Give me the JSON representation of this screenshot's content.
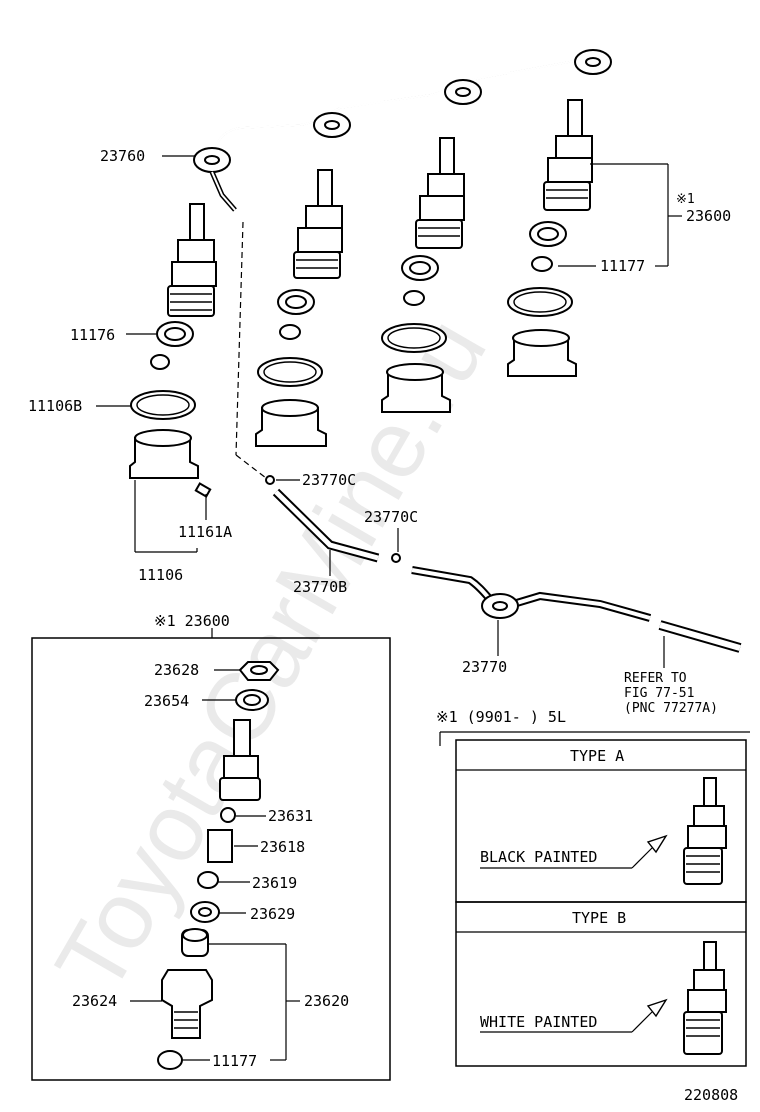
{
  "watermark": "ToyotaCarMine.ru",
  "callouts": {
    "c23760": "23760",
    "c23600_mark": "※1",
    "c23600": "23600",
    "c11177_top": "11177",
    "c11176": "11176",
    "c11106B": "11106B",
    "c23770C_a": "23770C",
    "c23770C_b": "23770C",
    "c11161A": "11161A",
    "c11106": "11106",
    "c23770B": "23770B",
    "c23770": "23770"
  },
  "refer": {
    "line1": "REFER TO",
    "line2": "FIG 77-51",
    "line3": "(PNC 77277A)"
  },
  "detail_box": {
    "header": "※1 23600",
    "parts": {
      "p23628": "23628",
      "p23654": "23654",
      "p23631": "23631",
      "p23618": "23618",
      "p23619": "23619",
      "p23629": "23629",
      "p23624": "23624",
      "p23620": "23620",
      "p11177": "11177"
    }
  },
  "type_box": {
    "applicability": "※1 (9901-     ) 5L",
    "type_a_title": "TYPE A",
    "type_a_note": "BLACK PAINTED",
    "type_b_title": "TYPE B",
    "type_b_note": "WHITE PAINTED"
  },
  "illustration_id": "220808"
}
